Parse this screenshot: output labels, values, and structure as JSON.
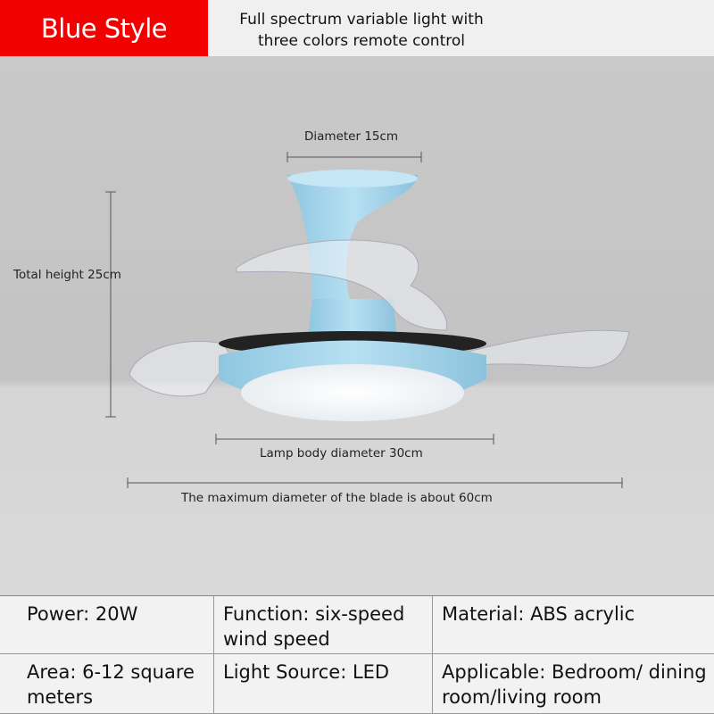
{
  "header": {
    "style_tag": "Blue Style",
    "tagline_line1": "Full spectrum variable light with",
    "tagline_line2": "three colors remote control",
    "tag_color": "#f30000"
  },
  "dimensions": {
    "diameter": "Diameter 15cm",
    "total_height": "Total height 25cm",
    "lamp_body": "Lamp body diameter 30cm",
    "blade_max": "The maximum diameter of the blade is about 60cm"
  },
  "product": {
    "body_color": "#a9d6ec"
  },
  "specs": [
    "Power: 20W",
    "Function: six-speed wind speed",
    "Material: ABS acrylic",
    "Area: 6-12 square meters",
    "Light Source: LED",
    "Applicable: Bedroom/ dining room/living room"
  ]
}
